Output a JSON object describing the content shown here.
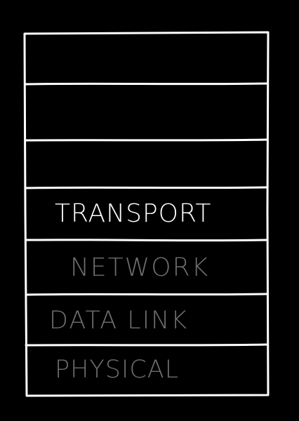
{
  "colors": {
    "background": "#000000",
    "stroke": "#ffffff",
    "active_text": "#ffffff",
    "inactive_text": "#6e6e6e"
  },
  "layers": [
    {
      "label": "",
      "active": false
    },
    {
      "label": "",
      "active": false
    },
    {
      "label": "",
      "active": false
    },
    {
      "label": "Transport",
      "active": true
    },
    {
      "label": "Network",
      "active": false
    },
    {
      "label": "Data Link",
      "active": false
    },
    {
      "label": "Physical",
      "active": false
    }
  ]
}
